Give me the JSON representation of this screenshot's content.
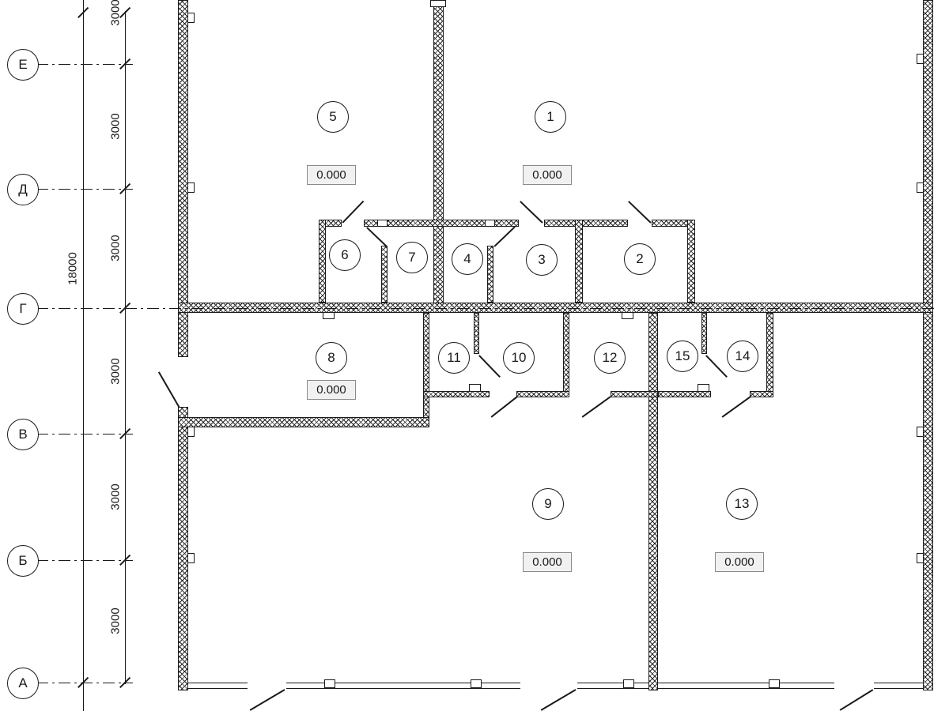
{
  "title": "floor-plan-drawing",
  "colors": {
    "line": "#1a1a1a",
    "background": "#ffffff",
    "elevation_box_fill": "#f1f1f1"
  },
  "axes": {
    "labels": [
      "Е",
      "Д",
      "Г",
      "В",
      "Б",
      "А"
    ]
  },
  "dims": {
    "interval": "3000",
    "total": "18000"
  },
  "rooms": {
    "r1": {
      "num": "1",
      "elev": "0.000"
    },
    "r2": {
      "num": "2"
    },
    "r3": {
      "num": "3"
    },
    "r4": {
      "num": "4"
    },
    "r5": {
      "num": "5",
      "elev": "0.000"
    },
    "r6": {
      "num": "6"
    },
    "r7": {
      "num": "7"
    },
    "r8": {
      "num": "8",
      "elev": "0.000"
    },
    "r9": {
      "num": "9",
      "elev": "0.000"
    },
    "r10": {
      "num": "10"
    },
    "r11": {
      "num": "11"
    },
    "r12": {
      "num": "12"
    },
    "r13": {
      "num": "13",
      "elev": "0.000"
    },
    "r14": {
      "num": "14"
    },
    "r15": {
      "num": "15"
    }
  }
}
